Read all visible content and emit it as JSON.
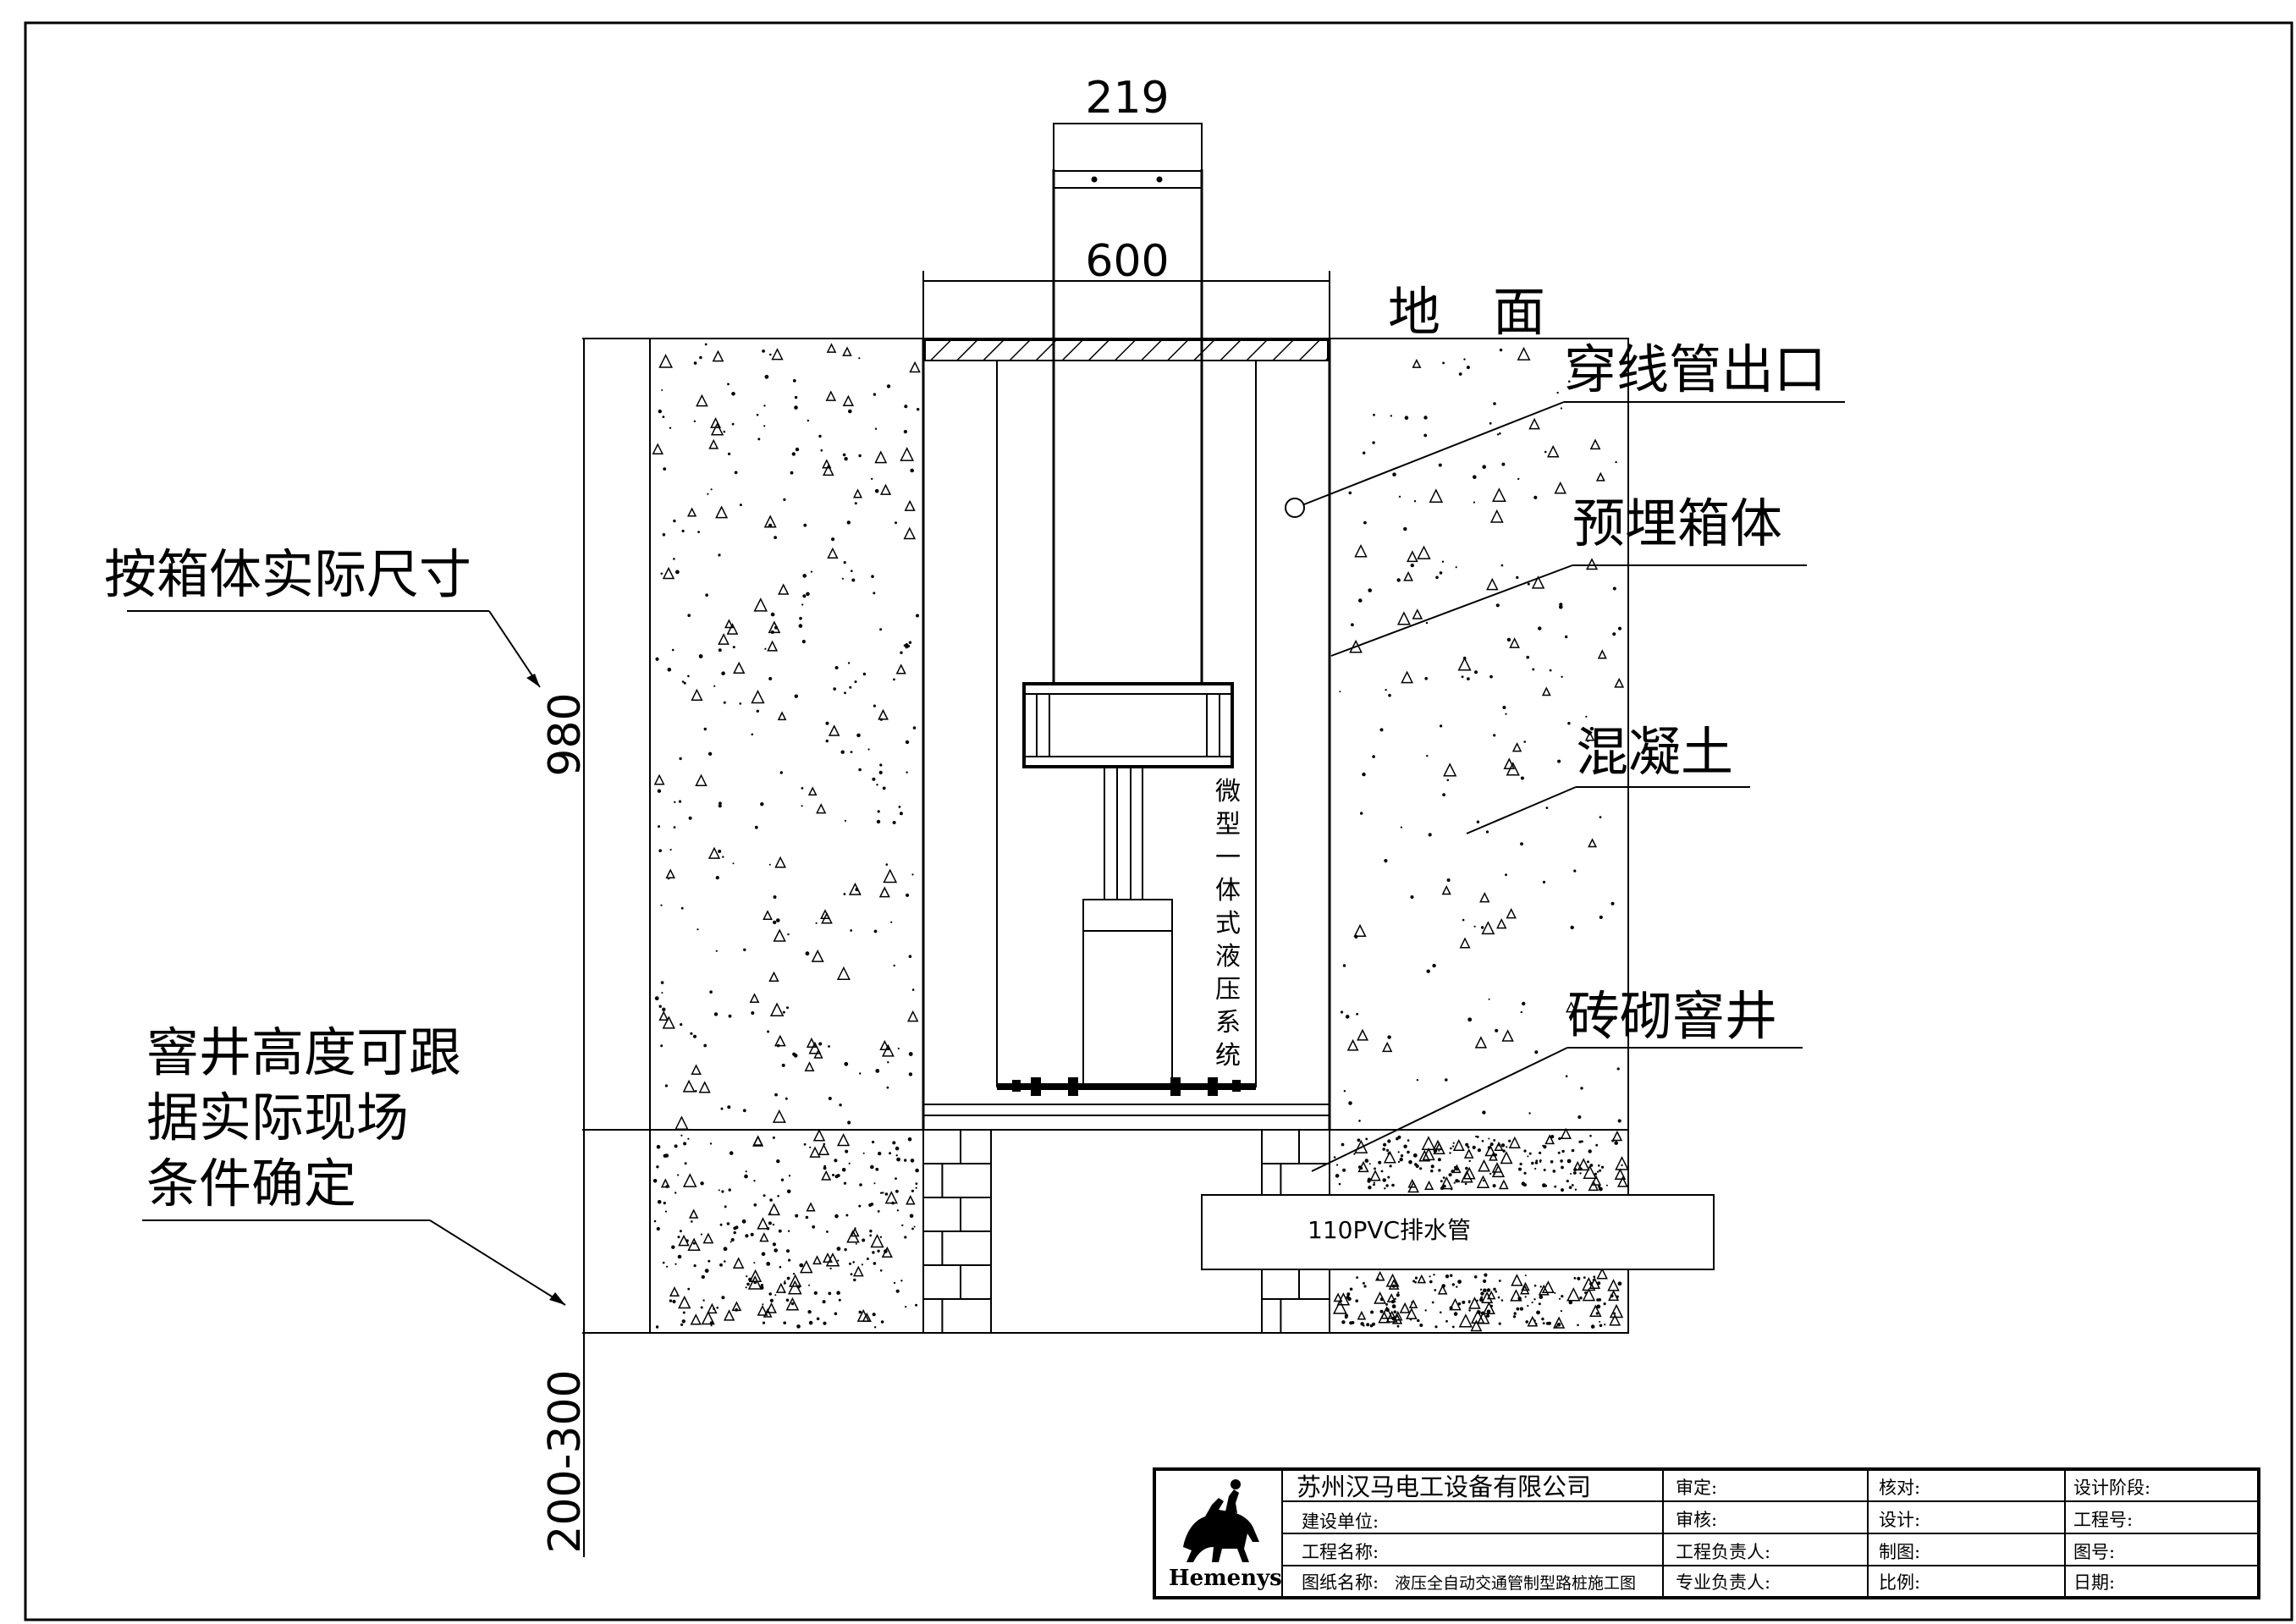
{
  "dimensions": {
    "rod_width": "219",
    "box_width": "600",
    "box_height": "980",
    "pit_height": "200-300"
  },
  "labels": {
    "ground": "地　面",
    "conduit_outlet": "穿线管出口",
    "embedded_box": "预埋箱体",
    "concrete": "混凝土",
    "brick_pit": "砖砌窨井",
    "box_actual_size": "按箱体实际尺寸",
    "pit_note_1": "窨井高度可跟",
    "pit_note_2": "据实际现场",
    "pit_note_3": "条件确定",
    "hydraulic_system": [
      "微",
      "型",
      "一",
      "体",
      "式",
      "液",
      "压",
      "系",
      "统"
    ],
    "drain_pipe": "110PVC排水管"
  },
  "title_block": {
    "logo_text": "Hemenys",
    "company": "苏州汉马电工设备有限公司",
    "client": "建设单位:",
    "project_name": "工程名称:",
    "drawing_name": "图纸名称:",
    "drawing_name_value": "液压全自动交通管制型路桩施工图",
    "review": "审定:",
    "audit": "审核:",
    "project_lead": "工程负责人:",
    "specialty_lead": "专业负责人:",
    "check": "核对:",
    "design": "设计:",
    "drafting": "制图:",
    "scale": "比例:",
    "design_stage": "设计阶段:",
    "project_no": "工程号:",
    "drawing_no": "图号:",
    "date": "日期:"
  }
}
